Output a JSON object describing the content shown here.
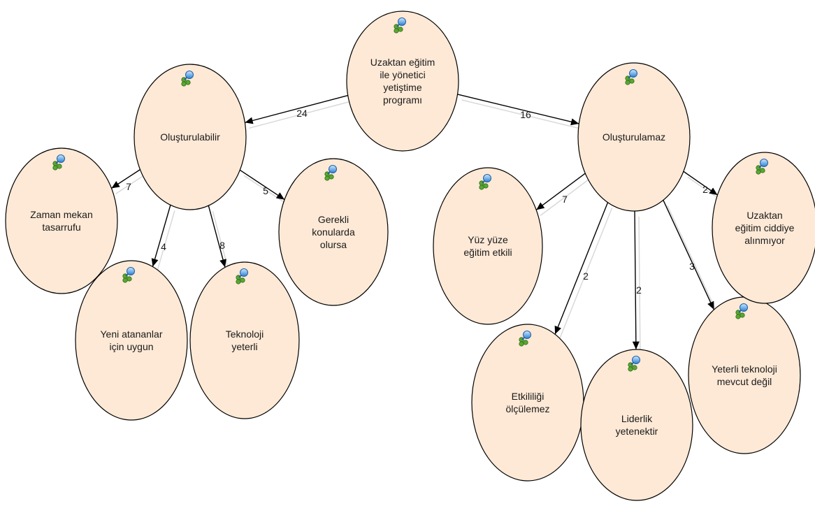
{
  "colors": {
    "node_fill": "#fde9d6",
    "node_stroke": "#000000",
    "edge": "#000000",
    "edge_shadow": "#d9d9d9",
    "icon": "network-search-icon"
  },
  "nodes": [
    {
      "id": "root",
      "lines": [
        "Uzaktan eğitim",
        "ile yönetici",
        "yetiştime",
        "programı"
      ]
    },
    {
      "id": "olusturulabilir",
      "lines": [
        "Oluşturulabilir"
      ]
    },
    {
      "id": "olusturulamaz",
      "lines": [
        "Oluşturulamaz"
      ]
    },
    {
      "id": "zaman",
      "lines": [
        "Zaman mekan",
        "tasarrufu"
      ]
    },
    {
      "id": "yeni",
      "lines": [
        "Yeni atananlar",
        "için uygun"
      ]
    },
    {
      "id": "teknoloji",
      "lines": [
        "Teknoloji",
        "yeterli"
      ]
    },
    {
      "id": "gerekli",
      "lines": [
        "Gerekli",
        "konularda",
        "olursa"
      ]
    },
    {
      "id": "yuz",
      "lines": [
        "Yüz yüze",
        "eğitim etkili"
      ]
    },
    {
      "id": "etkililigi",
      "lines": [
        "Etkililiği",
        "ölçülemez"
      ]
    },
    {
      "id": "liderlik",
      "lines": [
        "Liderlik",
        "yetenektir"
      ]
    },
    {
      "id": "yeterli_tek",
      "lines": [
        "Yeterli teknoloji",
        "mevcut değil"
      ]
    },
    {
      "id": "uzaktan_cid",
      "lines": [
        "Uzaktan",
        "eğitim ciddiye",
        "alınmıyor"
      ]
    }
  ],
  "edges": [
    {
      "from": "root",
      "to": "olusturulabilir",
      "label": "24"
    },
    {
      "from": "root",
      "to": "olusturulamaz",
      "label": "16"
    },
    {
      "from": "olusturulabilir",
      "to": "zaman",
      "label": "7"
    },
    {
      "from": "olusturulabilir",
      "to": "yeni",
      "label": "4"
    },
    {
      "from": "olusturulabilir",
      "to": "teknoloji",
      "label": "8"
    },
    {
      "from": "olusturulabilir",
      "to": "gerekli",
      "label": "5"
    },
    {
      "from": "olusturulamaz",
      "to": "yuz",
      "label": "7"
    },
    {
      "from": "olusturulamaz",
      "to": "etkililigi",
      "label": "2"
    },
    {
      "from": "olusturulamaz",
      "to": "liderlik",
      "label": "2"
    },
    {
      "from": "olusturulamaz",
      "to": "yeterli_tek",
      "label": "3"
    },
    {
      "from": "olusturulamaz",
      "to": "uzaktan_cid",
      "label": "2"
    }
  ]
}
